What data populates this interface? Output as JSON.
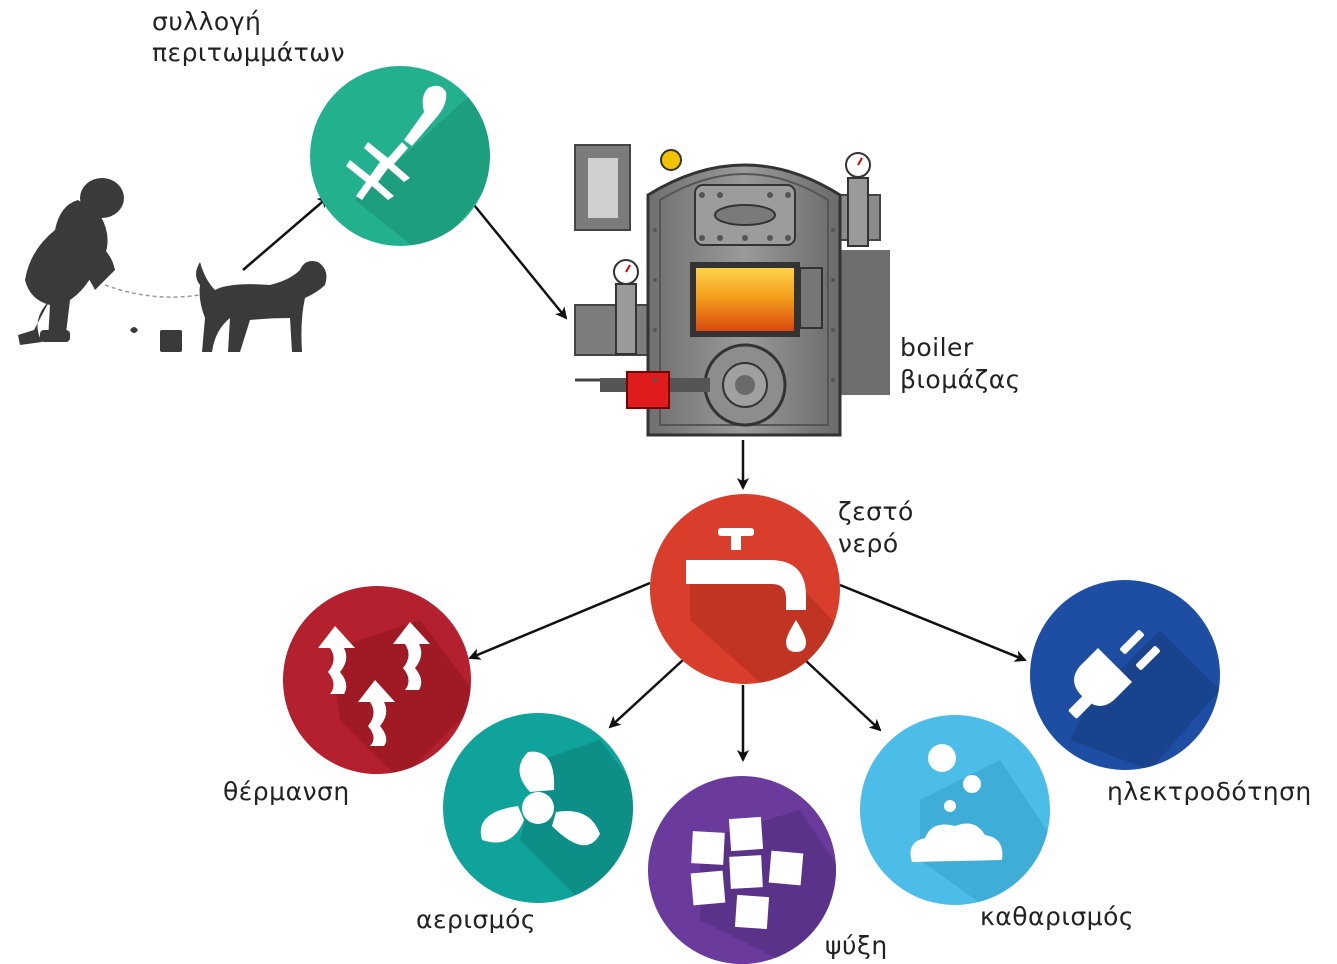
{
  "labels": {
    "collection_line1": "συλλογή",
    "collection_line2": "περιτωμμάτων",
    "boiler_line1": "boiler",
    "boiler_line2": "βιομάζας",
    "hot_water_line1": "ζεστό",
    "hot_water_line2": "νερό",
    "heating": "θέρμανση",
    "ventilation": "αερισμός",
    "cooling": "ψύξη",
    "cleaning": "καθαρισμός",
    "electricity": "ηλεκτροδότηση"
  },
  "colors": {
    "collection": "#22b08f",
    "hot_water": "#d93d2c",
    "heating": "#b5202e",
    "ventilation": "#10a39b",
    "cooling": "#6a3a9d",
    "cleaning": "#4cbde8",
    "electricity": "#1d4ea3",
    "boiler_body": "#8c8c8c",
    "silhouette": "#3a3a3a"
  },
  "icons": {
    "collection": "pitchfork-icon",
    "hot_water": "faucet-icon",
    "heating": "heat-arrows-icon",
    "ventilation": "fan-icon",
    "cooling": "ice-cubes-icon",
    "cleaning": "soap-bubbles-icon",
    "electricity": "plug-icon",
    "boiler": "boiler-icon",
    "person_dog": "person-with-dog-icon"
  }
}
